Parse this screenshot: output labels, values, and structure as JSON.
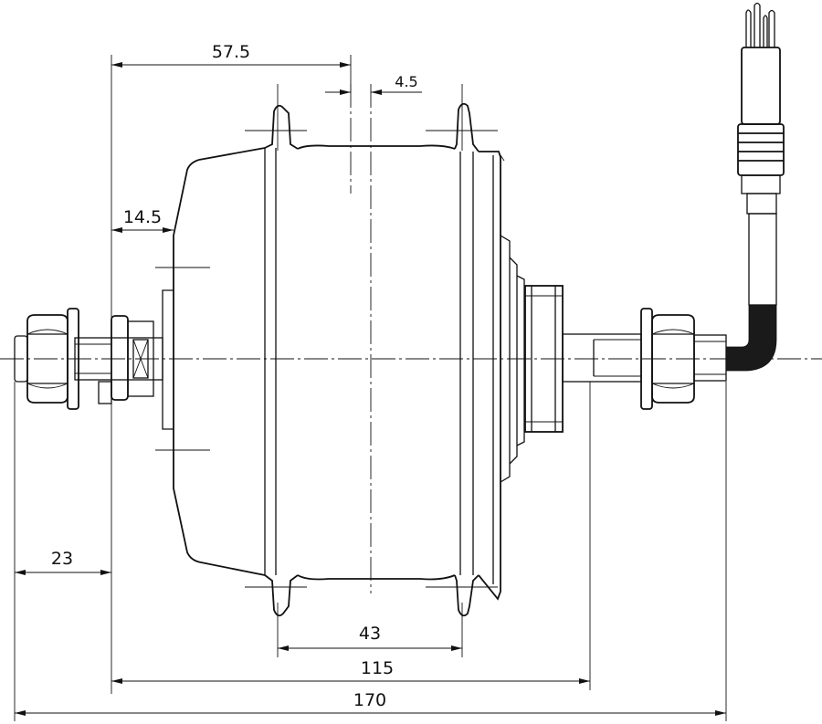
{
  "diagram": {
    "dimensions": {
      "d_57_5": "57.5",
      "d_4_5": "4.5",
      "d_14_5": "14.5",
      "d_23": "23",
      "d_43": "43",
      "d_115": "115",
      "d_170": "170"
    },
    "colors": {
      "line": "#111111",
      "background": "#ffffff"
    }
  }
}
